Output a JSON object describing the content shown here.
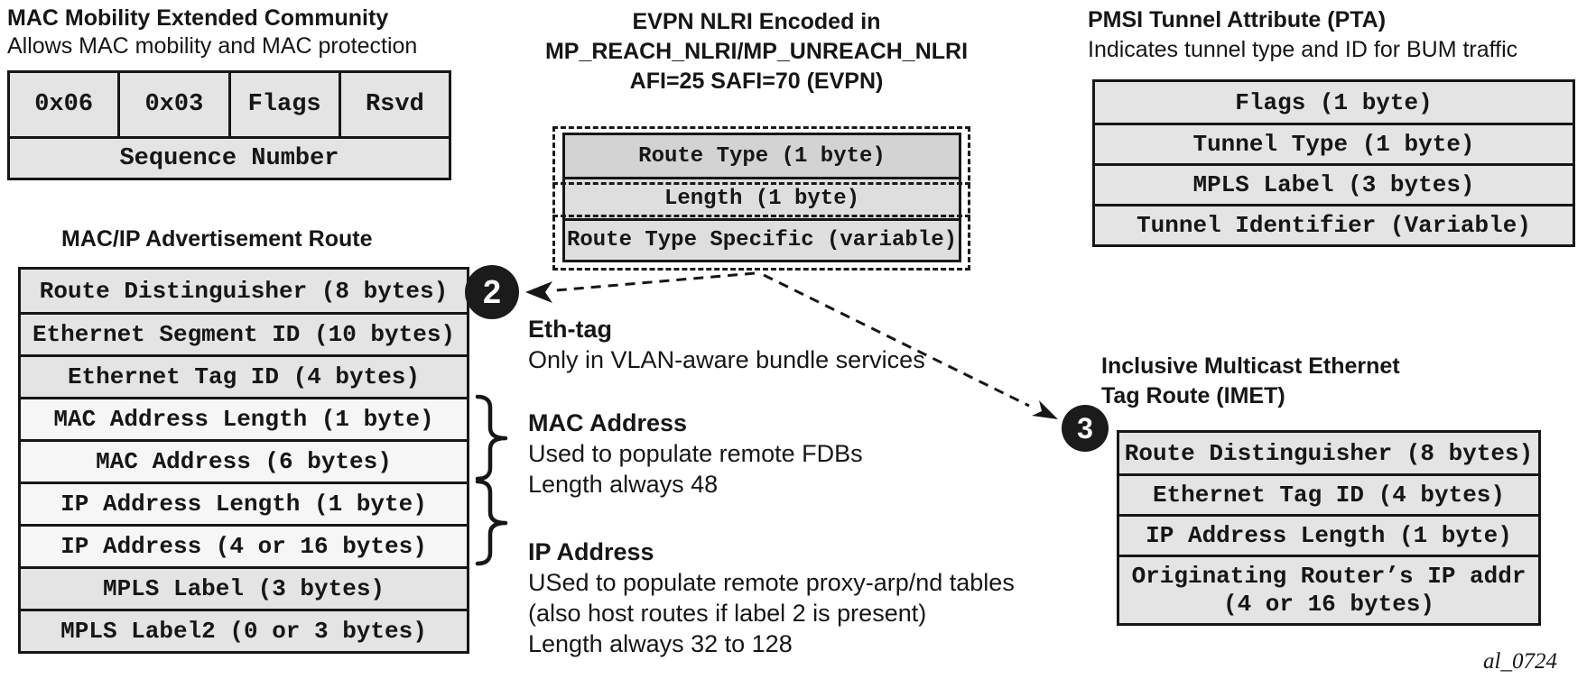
{
  "figure_label": "al_0724",
  "mac_mobility": {
    "title": "MAC Mobility Extended Community",
    "subtitle": "Allows MAC mobility and MAC protection",
    "cells": [
      "0x06",
      "0x03",
      "Flags",
      "Rsvd"
    ],
    "bottom_row": "Sequence Number"
  },
  "macip_route": {
    "title": "MAC/IP Advertisement Route",
    "rows": [
      "Route Distinguisher (8 bytes)",
      "Ethernet Segment ID (10 bytes)",
      "Ethernet Tag ID (4 bytes)",
      "MAC Address Length (1 byte)",
      "MAC Address (6 bytes)",
      "IP Address Length (1 byte)",
      "IP Address (4 or 16 bytes)",
      "MPLS Label (3 bytes)",
      "MPLS Label2 (0 or 3 bytes)"
    ]
  },
  "evpn_nlri": {
    "title_line1": "EVPN NLRI Encoded in",
    "title_line2": "MP_REACH_NLRI/MP_UNREACH_NLRI",
    "title_line3": "AFI=25 SAFI=70 (EVPN)",
    "rows": [
      "Route Type (1 byte)",
      "Length (1 byte)",
      "Route Type Specific (variable)"
    ]
  },
  "pmsi": {
    "title": "PMSI Tunnel Attribute (PTA)",
    "subtitle": "Indicates tunnel type and ID for BUM traffic",
    "rows": [
      "Flags (1 byte)",
      "Tunnel Type (1 byte)",
      "MPLS Label (3 bytes)",
      "Tunnel Identifier (Variable)"
    ]
  },
  "imet": {
    "title_line1": "Inclusive Multicast Ethernet",
    "title_line2": "Tag Route (IMET)",
    "rows": [
      "Route Distinguisher (8 bytes)",
      "Ethernet Tag ID (4 bytes)",
      "IP Address Length (1 byte)"
    ],
    "last_row_line1": "Originating Router’s IP addr",
    "last_row_line2": "(4 or 16 bytes)"
  },
  "annotations": {
    "eth_tag": {
      "heading": "Eth-tag",
      "line1": "Only in VLAN-aware bundle services"
    },
    "mac_address": {
      "heading": "MAC Address",
      "line1": "Used to populate remote FDBs",
      "line2": "Length always 48"
    },
    "ip_address": {
      "heading": "IP Address",
      "line1": "USed to populate remote proxy-arp/nd tables",
      "line2": "(also host routes if label 2 is present)",
      "line3": "Length always 32 to 128"
    }
  },
  "markers": {
    "macip": "2",
    "imet": "3"
  },
  "colors": {
    "ink": "#161616",
    "row_gray": "#e4e4e4",
    "row_light": "#f6f6f6",
    "route_type_gray": "#d3d3d3",
    "marker_bg": "#1b1b1b"
  }
}
